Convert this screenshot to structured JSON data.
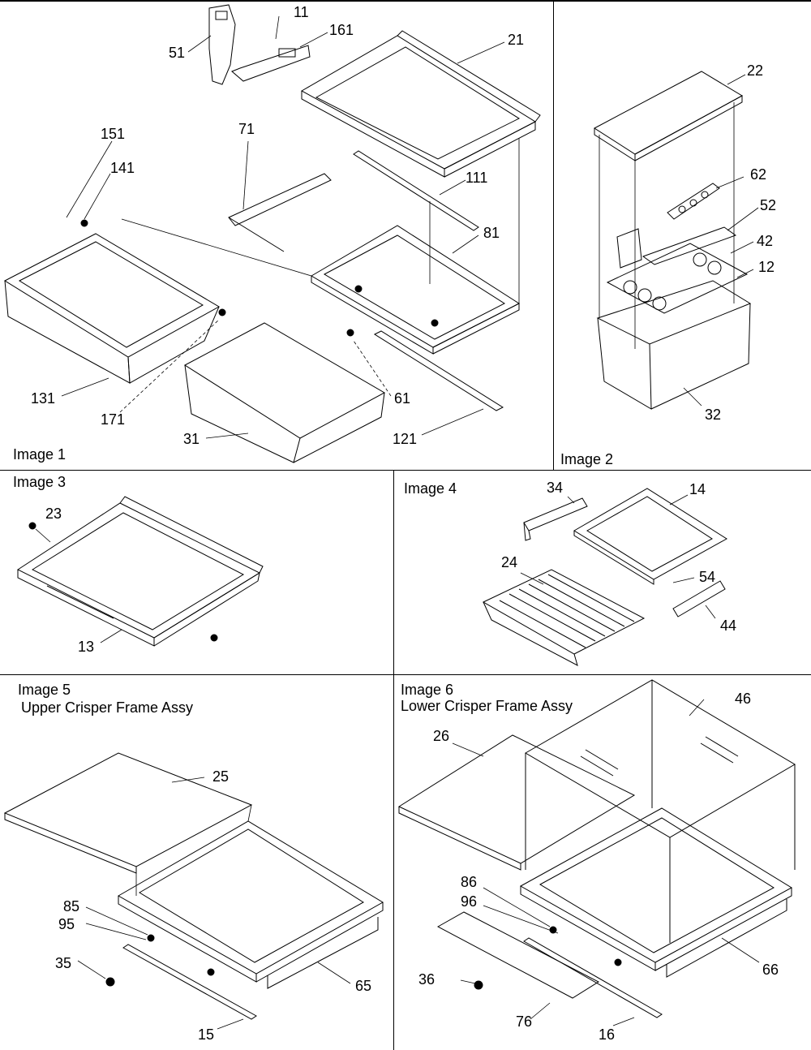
{
  "panels": [
    {
      "title": "Image 1",
      "subtitle": "",
      "callouts": [
        "11",
        "161",
        "51",
        "21",
        "71",
        "151",
        "141",
        "111",
        "81",
        "131",
        "171",
        "61",
        "31",
        "121"
      ]
    },
    {
      "title": "Image 2",
      "subtitle": "",
      "callouts": [
        "22",
        "62",
        "52",
        "42",
        "12",
        "32"
      ]
    },
    {
      "title": "Image 3",
      "subtitle": "",
      "callouts": [
        "23",
        "13"
      ]
    },
    {
      "title": "Image 4",
      "subtitle": "",
      "callouts": [
        "34",
        "14",
        "24",
        "54",
        "44"
      ]
    },
    {
      "title": "Image 5",
      "subtitle": "Upper Crisper Frame Assy",
      "callouts": [
        "25",
        "85",
        "95",
        "35",
        "65",
        "15"
      ]
    },
    {
      "title": "Image 6",
      "subtitle": "Lower Crisper Frame Assy",
      "callouts": [
        "46",
        "26",
        "86",
        "96",
        "36",
        "76",
        "16",
        "66"
      ]
    }
  ]
}
